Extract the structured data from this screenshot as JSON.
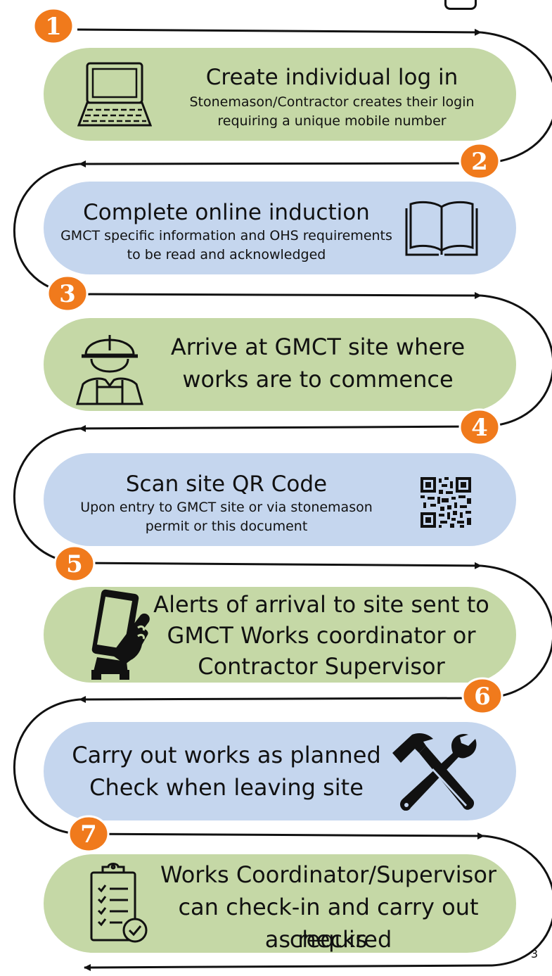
{
  "steps": [
    {
      "number": "1",
      "theme": "green",
      "icon": "laptop-icon",
      "title": "Create individual log in",
      "subtitle_line1": "Stonemason/Contractor creates their login",
      "subtitle_line2": "requiring a unique mobile number"
    },
    {
      "number": "2",
      "theme": "blue",
      "icon": "open-book-icon",
      "title": "Complete online induction",
      "subtitle_line1": "GMCT specific information and OHS requirements",
      "subtitle_line2": "to be read and acknowledged"
    },
    {
      "number": "3",
      "theme": "green",
      "icon": "construction-worker-icon",
      "line1": "Arrive at GMCT site where",
      "line2": "works are to commence"
    },
    {
      "number": "4",
      "theme": "blue",
      "icon": "qr-code-icon",
      "title": "Scan site QR Code",
      "subtitle_line1": "Upon entry to GMCT site or via stonemason",
      "subtitle_line2": "permit or this document"
    },
    {
      "number": "5",
      "theme": "green",
      "icon": "phone-in-hand-icon",
      "line1": "Alerts of arrival to site sent to",
      "line2": "GMCT Works coordinator or",
      "line3": "Contractor Supervisor"
    },
    {
      "number": "6",
      "theme": "blue",
      "icon": "hammer-wrench-icon",
      "line1": "Carry out works as planned",
      "line2": "Check when leaving site"
    },
    {
      "number": "7",
      "theme": "green",
      "icon": "clipboard-checklist-icon",
      "line1": "Works Coordinator/Supervisor",
      "line2": "can check-in and carry out checks",
      "line3": "as required"
    }
  ],
  "page_number": "3",
  "colors": {
    "green_card": "#c5d8a6",
    "blue_card": "#c5d6ee",
    "badge_orange": "#f07a1c",
    "line": "#111111"
  }
}
